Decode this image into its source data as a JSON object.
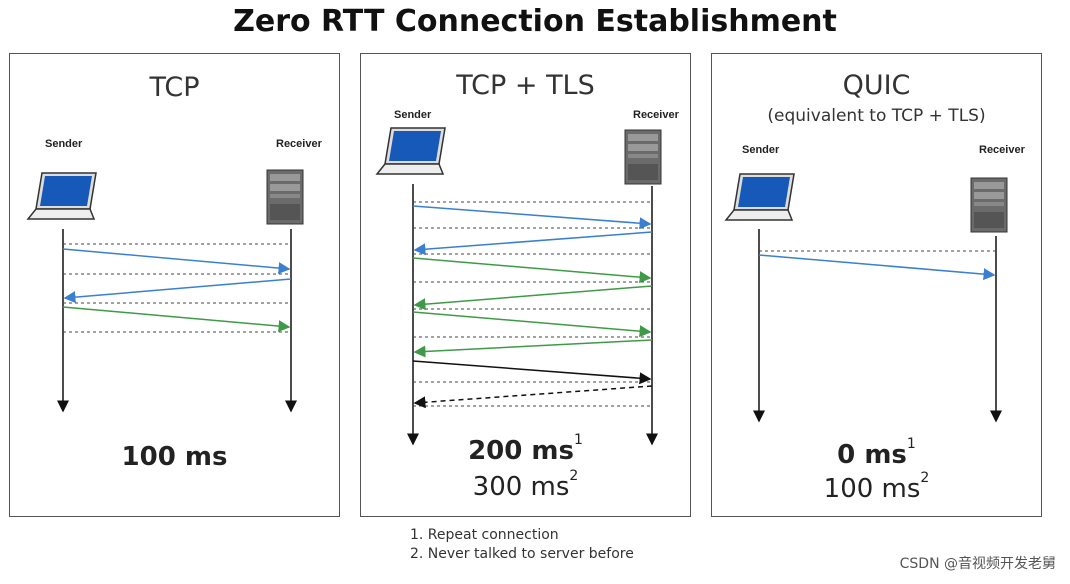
{
  "title": "Zero RTT Connection Establishment",
  "colors": {
    "forward_arrow": "#3a7fd0",
    "return_arrow": "#3a7fd0",
    "tls_arrow": "#3f9a47",
    "data_arrow": "#111111",
    "dotted": "#444444",
    "laptop_screen": "#1659b8",
    "server_body": "#6b6b6b"
  },
  "icons": {
    "sender": "laptop-icon",
    "receiver": "server-icon"
  },
  "panels": [
    {
      "title": "TCP",
      "subtitle": "",
      "sender_label": "Sender",
      "receiver_label": "Receiver",
      "timing_primary": "100 ms",
      "timing_primary_sup": "",
      "timing_secondary": "",
      "timing_secondary_sup": ""
    },
    {
      "title": "TCP + TLS",
      "subtitle": "",
      "sender_label": "Sender",
      "receiver_label": "Receiver",
      "timing_primary": "200 ms",
      "timing_primary_sup": "1",
      "timing_secondary": "300 ms",
      "timing_secondary_sup": "2"
    },
    {
      "title": "QUIC",
      "subtitle": "(equivalent to TCP + TLS)",
      "sender_label": "Sender",
      "receiver_label": "Receiver",
      "timing_primary": "0 ms",
      "timing_primary_sup": "1",
      "timing_secondary": "100 ms",
      "timing_secondary_sup": "2"
    }
  ],
  "footnotes": [
    "1. Repeat connection",
    "2. Never talked to server before"
  ],
  "watermark": "CSDN @音视频开发老舅"
}
